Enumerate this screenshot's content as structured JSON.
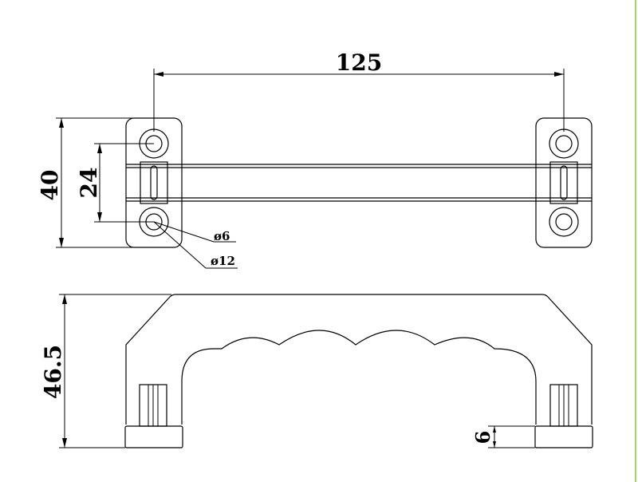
{
  "drawing": {
    "edge_color": "#9fd56b",
    "top_view": {
      "dims": {
        "length": "125",
        "width": "40",
        "hole_spacing": "24"
      },
      "callouts": {
        "hole_small": "ø6",
        "hole_large": "ø12"
      }
    },
    "side_view": {
      "dims": {
        "height": "46.5",
        "foot": "6"
      }
    }
  }
}
